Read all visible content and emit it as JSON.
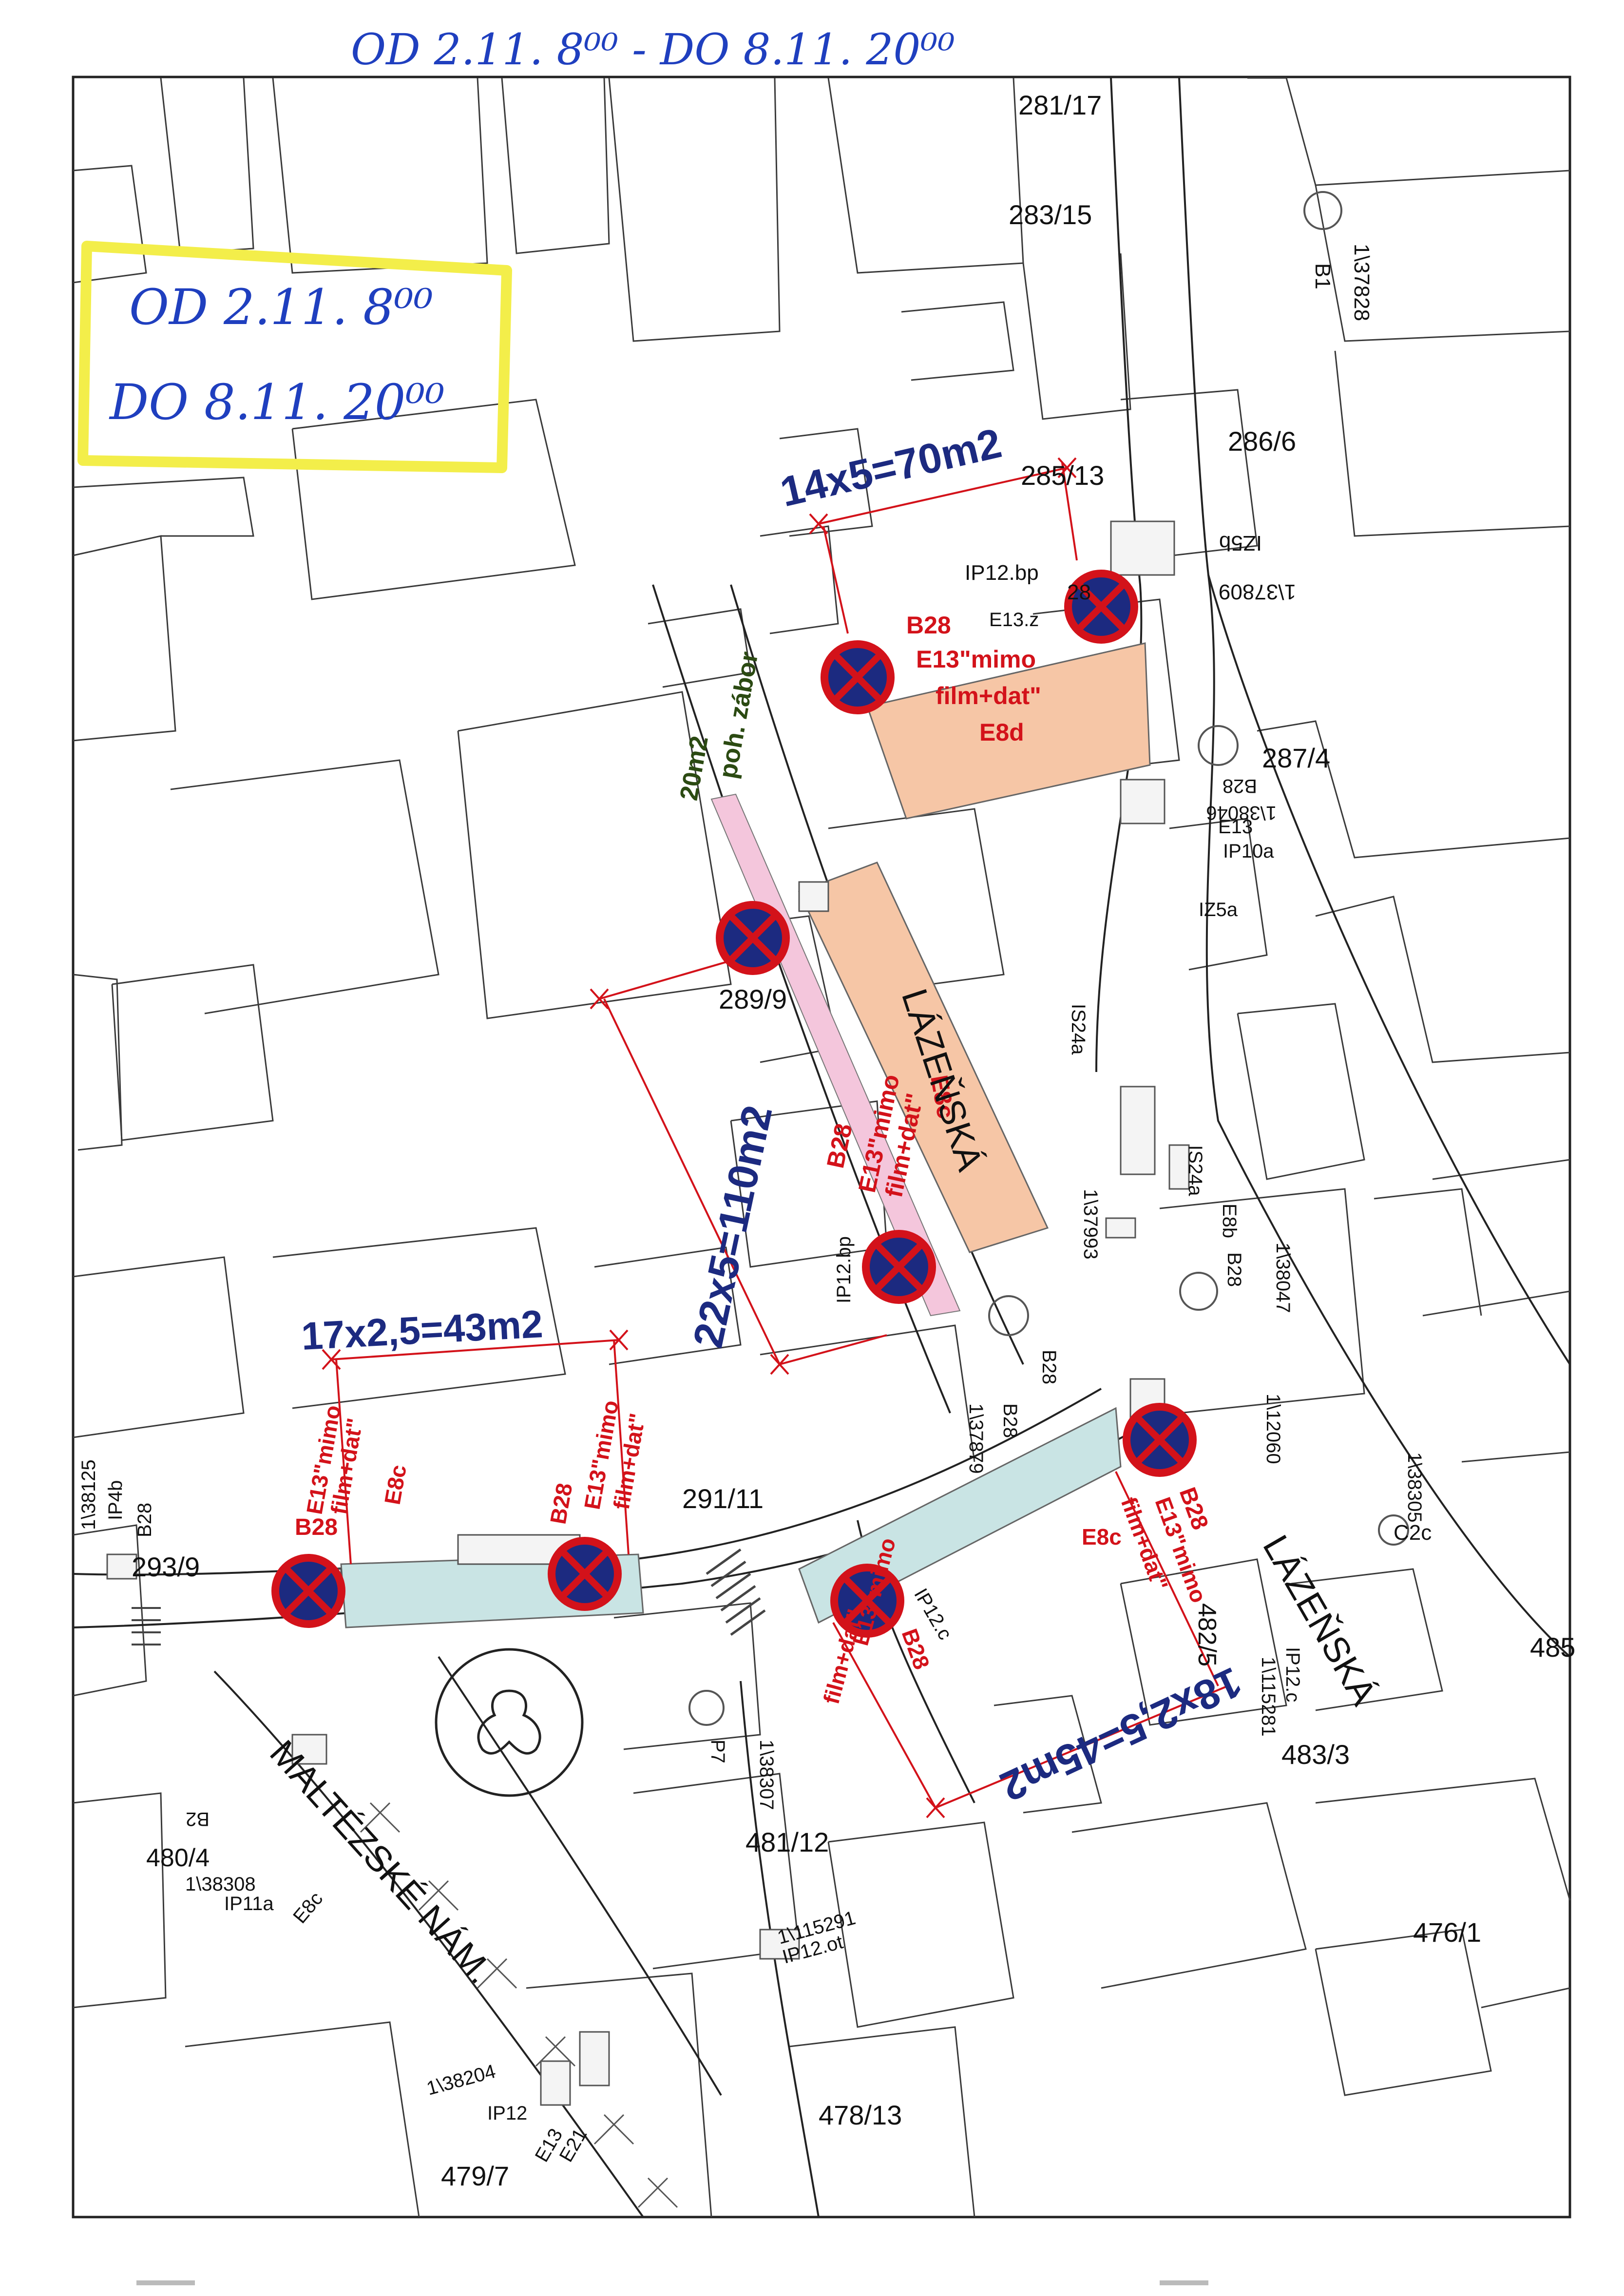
{
  "header": {
    "note": "OD 2.11. 8⁰⁰ - DO 8.11. 20⁰⁰"
  },
  "yellow_box": {
    "line1": "OD 2.11. 8⁰⁰",
    "line2": "DO 8.11. 20⁰⁰"
  },
  "colors": {
    "yellow": "#f3ee4a",
    "red": "#d3121a",
    "blue": "#1c2a80",
    "zone": "#f6c6a6",
    "zone_blue": "#c9e4e4",
    "pink": "#f4c6dc",
    "green": "#2b4a12"
  },
  "parcels": {
    "p281_17": "281/17",
    "p283_15": "283/15",
    "p286_6": "286/6",
    "p285_13": "285/13",
    "p287_4": "287/4",
    "p289_9": "289/9",
    "p291_11": "291/11",
    "p293_9": "293/9",
    "p481_12": "481/12",
    "p483_3": "483/3",
    "p476_1": "476/1",
    "p478_13": "478/13",
    "p479_7": "479/7",
    "p485": "485",
    "p482_5": "482/5",
    "p480_4": "480/4"
  },
  "signs": {
    "s_b1": "B1",
    "s_1137828": "1\\37828",
    "s_iz5b": "IZ5b",
    "s_1137809": "1\\37809",
    "s_ip12bp": "IP12.bp",
    "s_e13z": "E13.z",
    "s_28": "28",
    "s_b28_a": "B28",
    "s_1138046": "1\\38046",
    "s_ip10a": "IP10a",
    "s_e13": "E13",
    "s_iz5a": "IZ5a",
    "s_is24a": "IS24a",
    "s_1137993": "1\\37993",
    "s_is24a2": "IS24a",
    "s_e8b": "E8b",
    "s_b28_b": "B28",
    "s_1138047": "1\\38047",
    "s_ip12bp2": "IP12.bp",
    "s_b28_c": "B28",
    "s_1137879": "1\\37879",
    "s_b28_d": "B28",
    "s_1112060": "1\\12060",
    "s_1138305": "1\\38305",
    "s_c2c": "C2c",
    "s_1138125": "1\\38125",
    "s_ip4b": "IP4b",
    "s_b28_e": "B28",
    "s_ip12c": "IP12.c",
    "s_1138307": "1\\38307",
    "s_p7": "P7",
    "s_1115281": "1\\115281",
    "s_ip12c2": "IP12.c",
    "s_b2": "B2",
    "s_1138308": "1\\38308",
    "s_ip11a": "IP11a",
    "s_e8c": "E8c",
    "s_1115291": "1\\115291",
    "s_ip12ot": "IP12.ot",
    "s_1138204": "1\\38204",
    "s_ip12": "IP12",
    "s_e13b": "E13",
    "s_e21": "E21"
  },
  "zones": {
    "z1": {
      "area": "14x5=70m2",
      "b28": "B28",
      "e13": "E13\"mimo",
      "film": "film+dat\"",
      "e8": "E8d"
    },
    "z2": {
      "area": "22x5=110m2",
      "b28": "B28",
      "e13": "E13\"mimo",
      "film": "film+dat\"",
      "e8": "E8c"
    },
    "z3": {
      "area": "17x2,5=43m2",
      "b28": "B28",
      "e13": "E13\"mimo",
      "film": "film+dat\"",
      "e8": "E8c"
    },
    "z4": {
      "area": "18x2,5=45m2",
      "b28": "B28",
      "e13": "E13\"mimo",
      "film": "film+dat\"",
      "e8": "E8c"
    },
    "z5": {
      "b28": "B28",
      "e13": "E13\"mimo",
      "film": "film+dat\""
    },
    "z6": {
      "b28": "B28",
      "e13": "E13\"mimo",
      "film": "film+dat\""
    }
  },
  "sidewalk": {
    "area": "20m2",
    "label": "poh. zábor"
  },
  "streets": {
    "lazenska_1": "LÁZEŇSKÁ",
    "lazenska_2": "LÁZEŇSKÁ",
    "maltezske": "MALTÉZSKÉ NÁM."
  }
}
